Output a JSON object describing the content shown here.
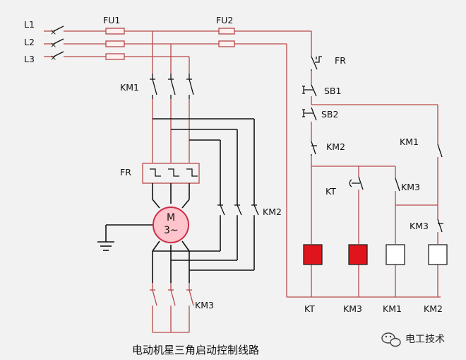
{
  "diagram": {
    "title": "电动机星三角启动控制线路",
    "watermark": "电工技术",
    "lines": [
      "L1",
      "L2",
      "L3"
    ],
    "fuses": {
      "main": "FU1",
      "control": "FU2"
    },
    "thermal_relay": "FR",
    "thermal_contact": "FR",
    "buttons": {
      "stop": "SB1",
      "start": "SB2"
    },
    "motor": {
      "name": "M",
      "phase": "3~"
    },
    "main_contactor": "KM1",
    "delta_contactor": "KM2",
    "star_contactor": "KM3",
    "control_contacts": {
      "km2_nc": "KM2",
      "km1_hold": "KM1",
      "kt_delay": "KT",
      "km3_no": "KM3",
      "km3_nc": "KM3"
    },
    "coils": [
      "KT",
      "KM3",
      "KM1",
      "KM2"
    ],
    "colors": {
      "power_wire": "#b84848",
      "motor_wire": "#111111",
      "motor_fill": "#ffc4cc",
      "motor_stroke": "#cc2e45",
      "coil_active": "#e0141b",
      "coil_idle": "#ffffff",
      "fuse_fill": "#fff0f0"
    }
  }
}
